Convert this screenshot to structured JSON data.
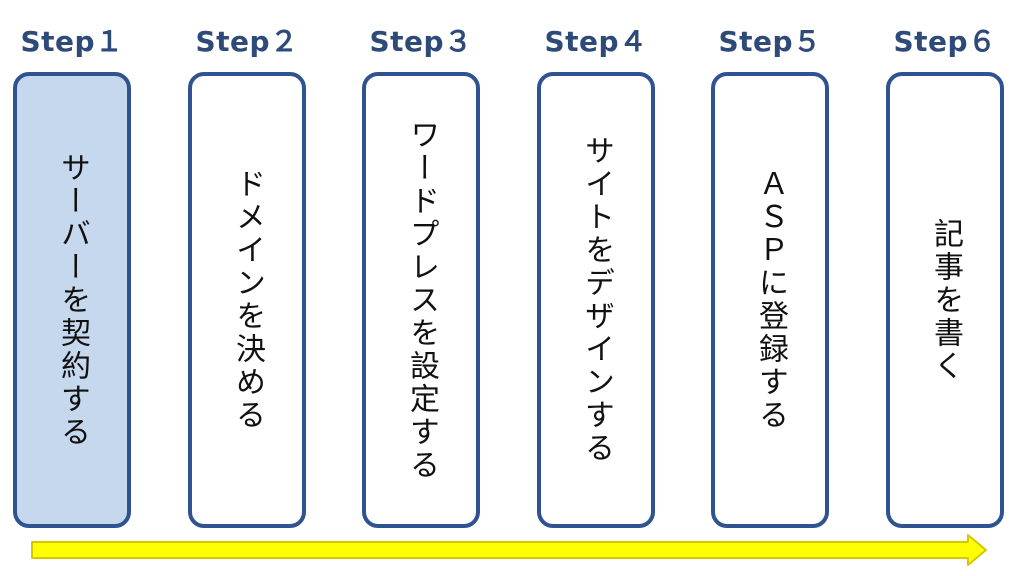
{
  "steps": [
    {
      "title": "Step１",
      "text": "サーバーを契約する",
      "active": true
    },
    {
      "title": "Step２",
      "text": "ドメインを決める",
      "active": false
    },
    {
      "title": "Step３",
      "text": "ワードプレスを設定する",
      "active": false
    },
    {
      "title": "Step４",
      "text": "サイトをデザインする",
      "active": false
    },
    {
      "title": "Step５",
      "text": "ＡＳＰに登録する",
      "active": false
    },
    {
      "title": "Step６",
      "text": "記事を書く",
      "active": false
    }
  ],
  "colors": {
    "title": "#2e4a78",
    "border": "#2f5290",
    "active_fill": "#c5d8ee",
    "arrow_fill": "#ffff00",
    "arrow_stroke": "#d4c800"
  }
}
